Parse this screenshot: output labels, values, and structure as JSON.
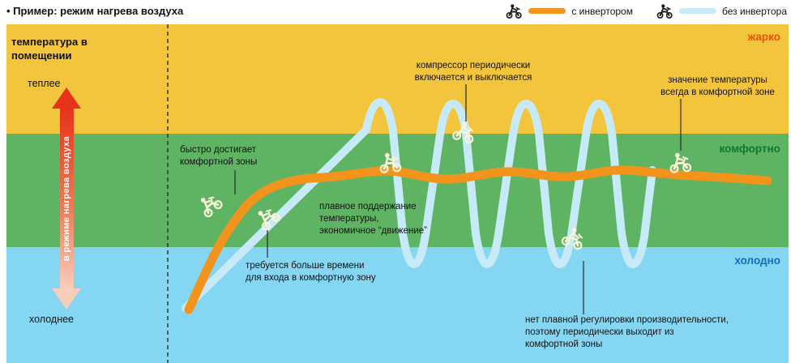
{
  "header": {
    "title": "• Пример: режим нагрева воздуха",
    "legend": [
      {
        "icon": "motorcycle-icon",
        "label": "с инвертором",
        "color": "#f2941b"
      },
      {
        "icon": "motorcycle-icon",
        "label": "без инвертора",
        "color": "#c7eaf8"
      }
    ]
  },
  "left_panel": {
    "title": "температура в\nпомещении",
    "warmer_label": "теплее",
    "colder_label": "холоднее",
    "arrow_label": "в режиме нагрева воздуха"
  },
  "zones": [
    {
      "label": "жарко",
      "band_color": "#f2c53c",
      "label_color": "#e8520a"
    },
    {
      "label": "комфортно",
      "band_color": "#5fb464",
      "label_color": "#0a7a33"
    },
    {
      "label": "холодно",
      "band_color": "#85d6f2",
      "label_color": "#0d6fc0"
    }
  ],
  "curves": [
    {
      "name": "с инвертором",
      "color": "#f2941b"
    },
    {
      "name": "без инвертора",
      "color": "#c7eaf8"
    }
  ],
  "annotations": {
    "inverter_fast": "быстро достигает\nкомфортной зоны",
    "non_inverter_slow": "требуется больше времени\nдля входа в комфортную зону",
    "inverter_smooth": "плавное поддержание\nтемпературы,\nэкономичное “движение”",
    "compressor_cycles": "компрессор периодически\nвключается и выключается",
    "always_comfortable": "значение температуры\nвсегда в комфортной зоне",
    "no_smooth_regulation": "нет плавной регулировки производительности,\nпоэтому периодически выходит из\nкомфортной зоны"
  }
}
